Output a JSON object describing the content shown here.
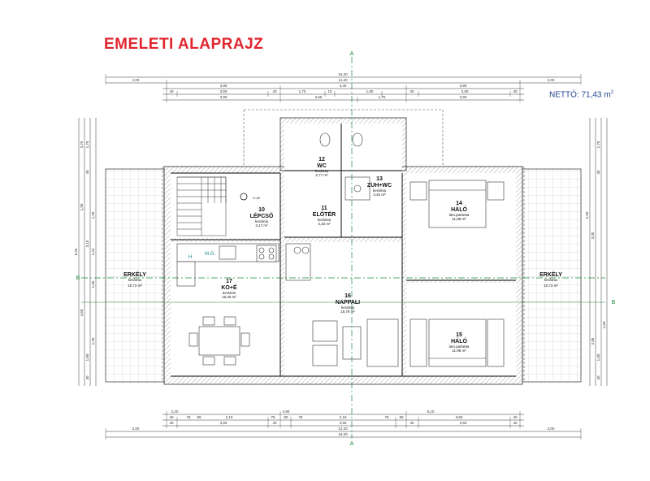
{
  "title": "EMELETI ALAPRAJZ",
  "net_area": {
    "label": "NETTÓ:",
    "value": "71,43 m",
    "sup": "2"
  },
  "axes": {
    "a": "A",
    "b": "B"
  },
  "rooms": [
    {
      "id": "wc",
      "num": "12",
      "name": "WC",
      "floor": "kerámia",
      "area": "2,77 m²"
    },
    {
      "id": "zuh",
      "num": "13",
      "name": "ZUH+WC",
      "floor": "kerámia",
      "area": "3,42 m²"
    },
    {
      "id": "elot",
      "num": "11",
      "name": "ELŐTÉR",
      "floor": "kerámia",
      "area": "3,33 m²"
    },
    {
      "id": "lepcso",
      "num": "10",
      "name": "LÉPCSŐ",
      "floor": "kerámia",
      "area": "3,17 m²"
    },
    {
      "id": "halo14",
      "num": "14",
      "name": "HÁLÓ",
      "floor": "lam.parketta",
      "area": "11,88 m²"
    },
    {
      "id": "kone",
      "num": "17",
      "name": "KO+É",
      "floor": "kerámia",
      "area": "16,20 m²"
    },
    {
      "id": "nappali",
      "num": "16",
      "name": "NAPPALI",
      "floor": "kerámia",
      "area": "18,78 m²"
    },
    {
      "id": "halo15",
      "num": "15",
      "name": "HÁLÓ",
      "floor": "lam.parketta",
      "area": "11,88 m²"
    },
    {
      "id": "erkL",
      "num": "",
      "name": "ERKÉLY",
      "floor": "kerámia",
      "area": "10,72 m²"
    },
    {
      "id": "erkR",
      "num": "",
      "name": "ERKÉLY",
      "floor": "kerámia",
      "area": "10,72 m²"
    }
  ],
  "fixtures": {
    "h": "H",
    "mg": "M.G.",
    "level": "+2,80"
  },
  "dims_top": {
    "row1": [
      "16,20"
    ],
    "row2": [
      "2,00",
      "12,20",
      "2,00"
    ],
    "row3": [
      "3,90",
      "4,40",
      "3,90"
    ],
    "row4": [
      "40",
      "3,50",
      "40",
      "1,70",
      "10",
      "1,60",
      "40",
      "3,50",
      "40"
    ],
    "row5": [
      "3,90",
      "2,65",
      "1,75",
      "3,90"
    ]
  },
  "dims_bottom": {
    "row1": [
      "2,20",
      "3,90",
      "6,10"
    ],
    "row2": [
      "40",
      "75",
      "90",
      "2,10",
      "75",
      "90",
      "75",
      "2,10",
      "75",
      "90",
      "3,60",
      "40"
    ],
    "row3": [
      "40",
      "3,60",
      "40",
      "3,60",
      "40",
      "3,60",
      "40"
    ],
    "row4": [
      "2,00",
      "12,20",
      "2,00"
    ],
    "row5": [
      "16,20"
    ]
  },
  "dims_left": [
    "9,25",
    "3,75",
    "1,75",
    "40",
    "1,90",
    "1,20",
    "3,15",
    "1,24",
    "1,65",
    "4,50",
    "1,20",
    "1,60",
    "40"
  ],
  "dims_right": [
    "2,50",
    "3,30",
    "1,75",
    "40",
    "2,85",
    "1,60",
    "40",
    "1,50"
  ]
}
